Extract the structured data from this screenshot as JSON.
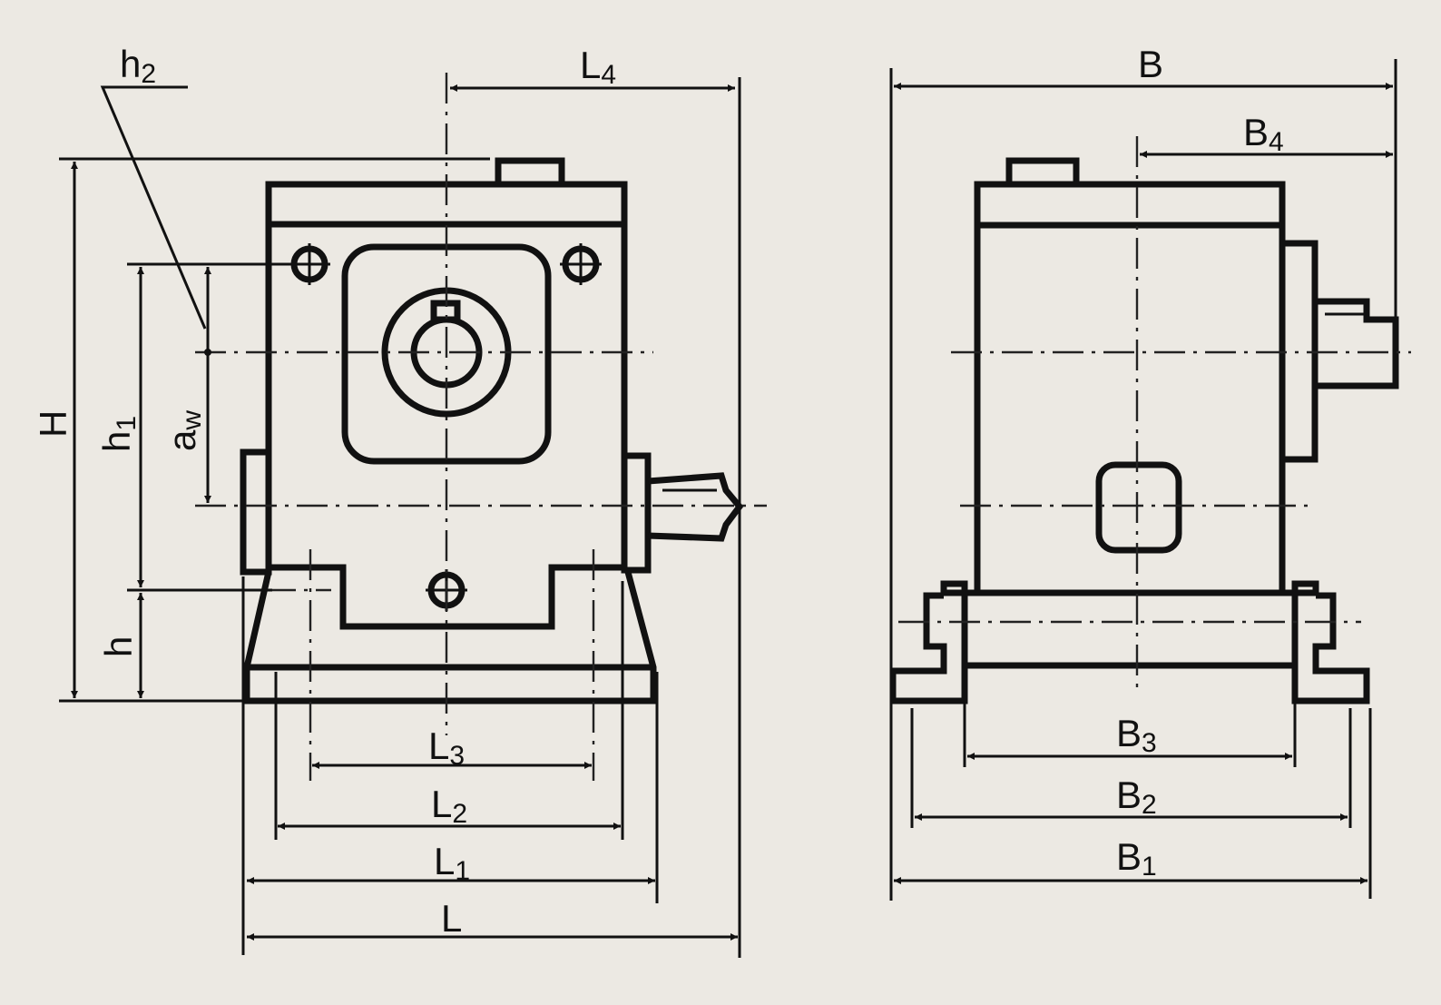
{
  "labels": {
    "L": "L",
    "L1": "L1",
    "L2": "L2",
    "L3": "L3",
    "L4": "L4",
    "H": "H",
    "h": "h",
    "h1": "h1",
    "h2": "h2",
    "aw": "aw",
    "B": "B",
    "B1": "B1",
    "B2": "B2",
    "B3": "B3",
    "B4": "B4"
  },
  "colors": {
    "ink": "#111111",
    "paper": "#ece9e3"
  }
}
